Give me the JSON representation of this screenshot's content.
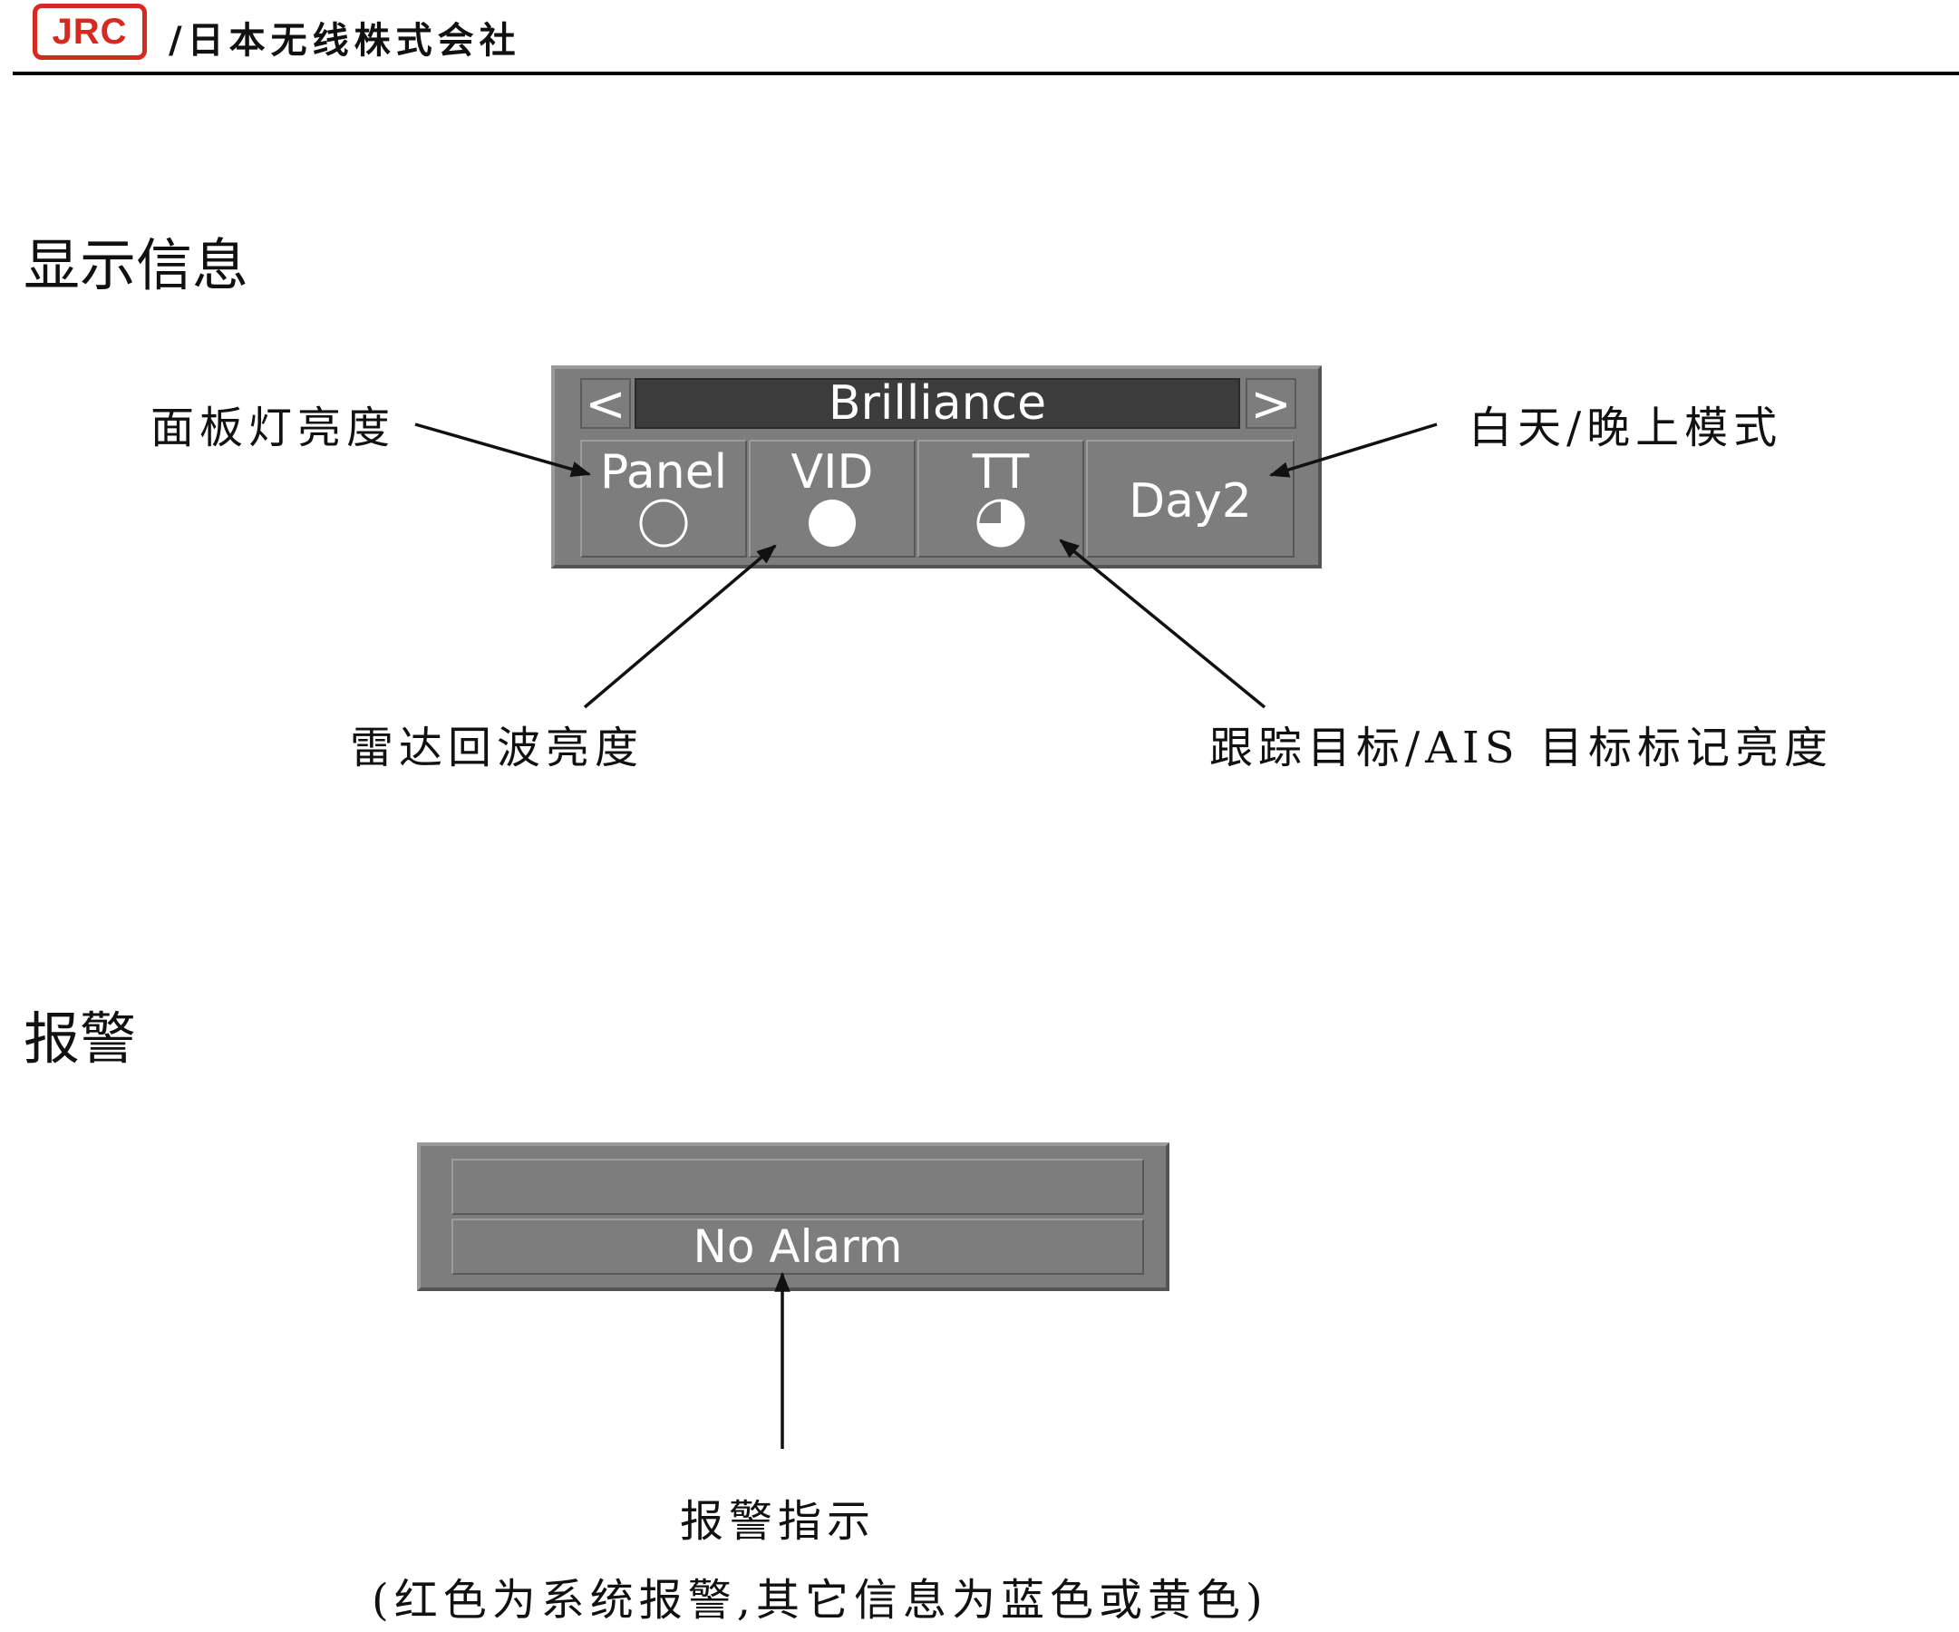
{
  "header": {
    "logo": "JRC",
    "company": "/日本无线株式会社"
  },
  "section_display": {
    "title": "显示信息"
  },
  "brilliance": {
    "prev": "<",
    "title": "Brilliance",
    "next": ">",
    "cells": [
      {
        "label": "Panel",
        "icon": "empty-circle-icon",
        "level": 0
      },
      {
        "label": "VID",
        "icon": "full-circle-icon",
        "level": 1
      },
      {
        "label": "TT",
        "icon": "three-quarter-circle-icon",
        "level": 0.75
      },
      {
        "label": "Day2"
      }
    ]
  },
  "callouts": {
    "panel": "面板灯亮度",
    "vid": "雷达回波亮度",
    "tt": "跟踪目标/AIS 目标标记亮度",
    "day": "白天/晚上模式"
  },
  "section_alarm": {
    "title": "报警"
  },
  "alarm": {
    "row1": "",
    "row2": "No  Alarm",
    "caption1": "报警指示",
    "caption2": "(红色为系统报警,其它信息为蓝色或黄色)"
  }
}
